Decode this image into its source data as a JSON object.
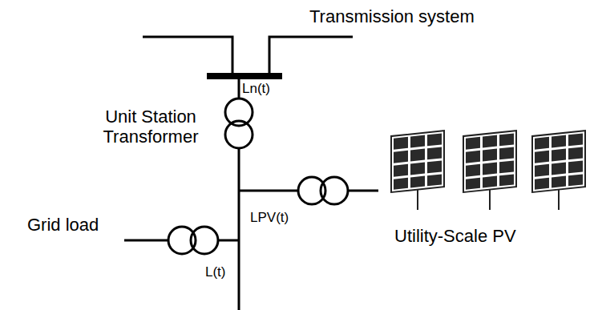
{
  "diagram": {
    "labels": [
      "Transmission system",
      "Ln(t)",
      "Unit Station Transformer",
      "LPV(t)",
      "Grid load",
      "L(t)",
      "Utility-Scale PV"
    ]
  }
}
